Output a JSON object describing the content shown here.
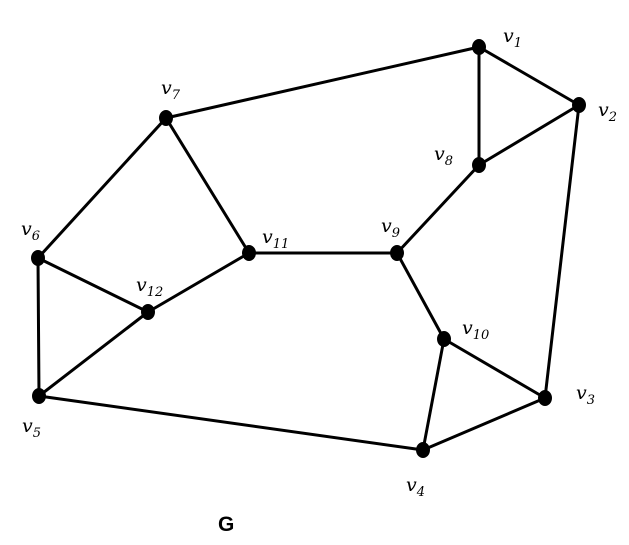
{
  "graph": {
    "title": "G",
    "vertices": [
      {
        "id": "v1",
        "base": "v",
        "sub": "1"
      },
      {
        "id": "v2",
        "base": "v",
        "sub": "2"
      },
      {
        "id": "v3",
        "base": "v",
        "sub": "3"
      },
      {
        "id": "v4",
        "base": "v",
        "sub": "4"
      },
      {
        "id": "v5",
        "base": "v",
        "sub": "5"
      },
      {
        "id": "v6",
        "base": "v",
        "sub": "6"
      },
      {
        "id": "v7",
        "base": "v",
        "sub": "7"
      },
      {
        "id": "v8",
        "base": "v",
        "sub": "8"
      },
      {
        "id": "v9",
        "base": "v",
        "sub": "9"
      },
      {
        "id": "v10",
        "base": "v",
        "sub": "10"
      },
      {
        "id": "v11",
        "base": "v",
        "sub": "11"
      },
      {
        "id": "v12",
        "base": "v",
        "sub": "12"
      }
    ],
    "edges": [
      [
        "v1",
        "v2"
      ],
      [
        "v1",
        "v8"
      ],
      [
        "v1",
        "v7"
      ],
      [
        "v2",
        "v8"
      ],
      [
        "v2",
        "v3"
      ],
      [
        "v8",
        "v9"
      ],
      [
        "v9",
        "v11"
      ],
      [
        "v9",
        "v10"
      ],
      [
        "v10",
        "v3"
      ],
      [
        "v10",
        "v4"
      ],
      [
        "v3",
        "v4"
      ],
      [
        "v4",
        "v5"
      ],
      [
        "v5",
        "v6"
      ],
      [
        "v5",
        "v12"
      ],
      [
        "v6",
        "v12"
      ],
      [
        "v6",
        "v7"
      ],
      [
        "v7",
        "v11"
      ],
      [
        "v11",
        "v12"
      ]
    ]
  }
}
